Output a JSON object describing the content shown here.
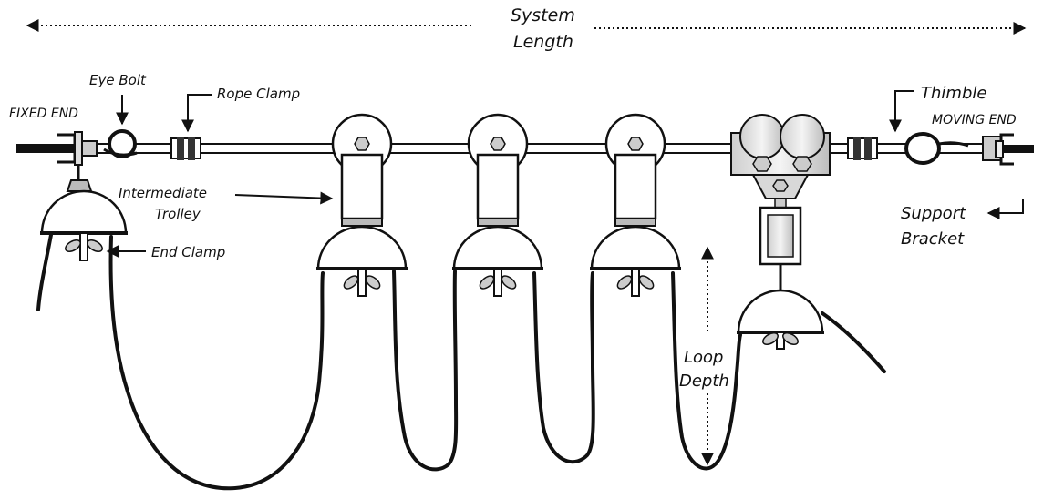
{
  "labels": {
    "system_length_1": "System",
    "system_length_2": "Length",
    "eye_bolt": "Eye Bolt",
    "rope_clamp": "Rope Clamp",
    "fixed_end": "FIXED END",
    "intermediate_trolley_1": "Intermediate",
    "intermediate_trolley_2": "Trolley",
    "end_clamp": "End Clamp",
    "thimble": "Thimble",
    "moving_end": "MOVING END",
    "support_bracket_1": "Support",
    "support_bracket_2": "Bracket",
    "loop_depth_1": "Loop",
    "loop_depth_2": "Depth"
  },
  "colors": {
    "ink": "#111111",
    "metal": "#e8e8e8",
    "metal_dark": "#9a9a9a",
    "background": "#ffffff"
  },
  "icons": [
    "eye-bolt-icon",
    "rope-clamp-icon",
    "trolley-icon",
    "end-clamp-icon",
    "thimble-icon",
    "support-bracket-icon"
  ]
}
